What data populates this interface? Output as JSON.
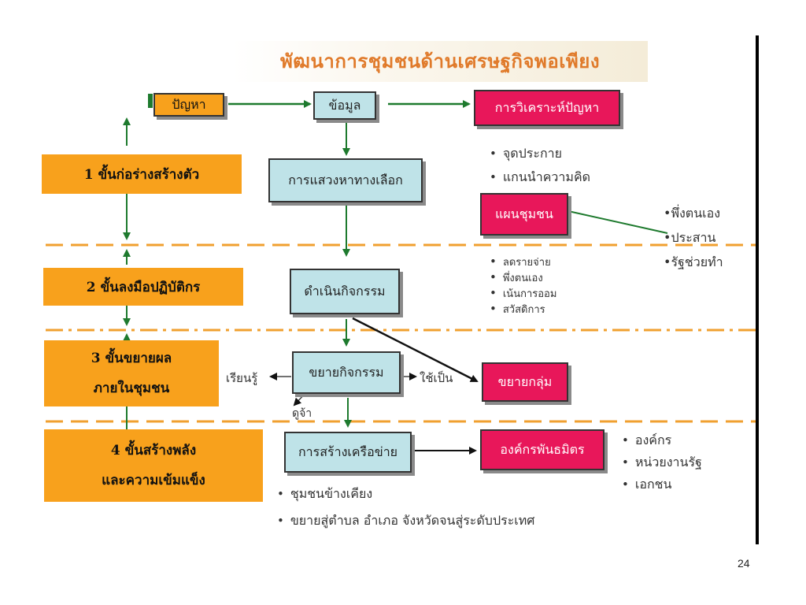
{
  "title": "พัฒนาการชุมชนด้านเศรษฐกิจพอเพียง",
  "page_number": "24",
  "stages": [
    {
      "label": "1  ขั้นก่อร่างสร้างตัว"
    },
    {
      "label": "2  ขั้นลงมือปฏิบัติกร"
    },
    {
      "line1": "3  ขั้นขยายผล",
      "line2": "ภายในชุมชน"
    },
    {
      "line1": "4  ขั้นสร้างพลัง",
      "line2": "และความเข้มแข็ง"
    }
  ],
  "nodes": {
    "problem": "ปัญหา",
    "data": "ข้อมูล",
    "analysis": "การวิเคราะห์ปัญหา",
    "alternatives": "การแสวงหาทางเลือก",
    "community_plan": "แผนชุมชน",
    "operate": "ดำเนินกิจกรรม",
    "expand_activity": "ขยายกิจกรรม",
    "expand_group": "ขยายกลุ่ม",
    "network": "การสร้างเครือข่าย",
    "alliance": "องค์กรพันธมิตร"
  },
  "labels": {
    "learn": "เรียนรู้",
    "use": "ใช้เป็น",
    "observe": "ดูจ้า"
  },
  "lists": {
    "analysis_bullets": [
      "จุดประกาย",
      "แกนนำความคิด"
    ],
    "plan_bullets": [
      "•พึ่งตนเอง",
      "•ประสาน",
      "•รัฐช่วยทำ"
    ],
    "operate_bullets": [
      "ลดรายจ่าย",
      "พึ่งตนเอง",
      "เน้นการออม",
      "สวัสดิการ"
    ],
    "alliance_bullets": [
      "องค์กร",
      "หน่วยงานรัฐ",
      "เอกชน"
    ],
    "network_bullets": [
      "ชุมชนข้างเคียง",
      "ขยายสู่ตำบล อำเภอ จังหวัดจนสู่ระดับประเทศ"
    ]
  },
  "colors": {
    "orange": "#f8a11c",
    "cyan": "#bfe3e8",
    "pink": "#e8175a",
    "green": "#1e7a2e",
    "dash": "#f0a030",
    "title": "#e07a2a"
  }
}
